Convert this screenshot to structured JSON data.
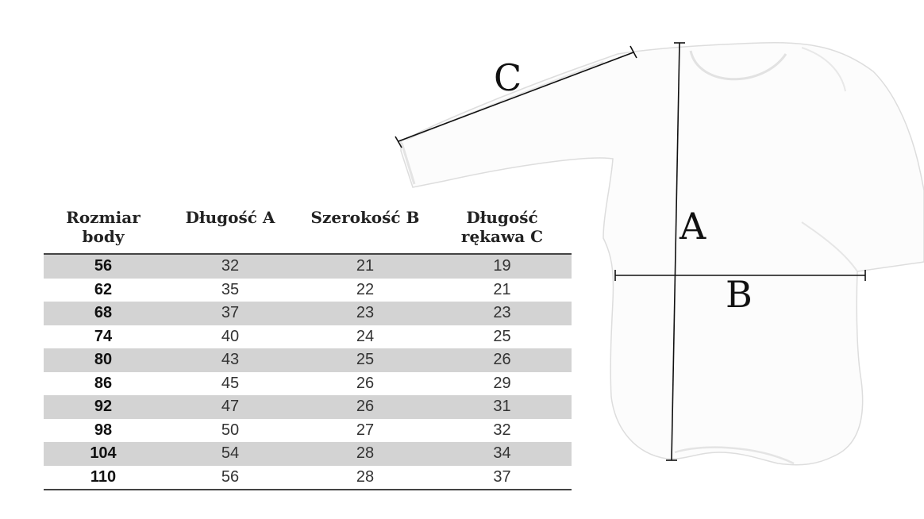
{
  "table": {
    "headers": {
      "size": "Rozmiar\nbody",
      "length": "Długość A",
      "width": "Szerokość B",
      "sleeve": "Długość\nrękawa C"
    },
    "rows": [
      {
        "size": "56",
        "length": "32",
        "width": "21",
        "sleeve": "19"
      },
      {
        "size": "62",
        "length": "35",
        "width": "22",
        "sleeve": "21"
      },
      {
        "size": "68",
        "length": "37",
        "width": "23",
        "sleeve": "23"
      },
      {
        "size": "74",
        "length": "40",
        "width": "24",
        "sleeve": "25"
      },
      {
        "size": "80",
        "length": "43",
        "width": "25",
        "sleeve": "26"
      },
      {
        "size": "86",
        "length": "45",
        "width": "26",
        "sleeve": "29"
      },
      {
        "size": "92",
        "length": "47",
        "width": "26",
        "sleeve": "31"
      },
      {
        "size": "98",
        "length": "50",
        "width": "27",
        "sleeve": "32"
      },
      {
        "size": "104",
        "length": "54",
        "width": "28",
        "sleeve": "34"
      },
      {
        "size": "110",
        "length": "56",
        "width": "28",
        "sleeve": "37"
      }
    ]
  },
  "diagram": {
    "label_a": "A",
    "label_b": "B",
    "label_c": "C"
  },
  "colors": {
    "stripe": "#d3d3d3",
    "rule": "#444444",
    "garment": "#fbfbfb",
    "garment_outline": "#dcdcdc"
  }
}
